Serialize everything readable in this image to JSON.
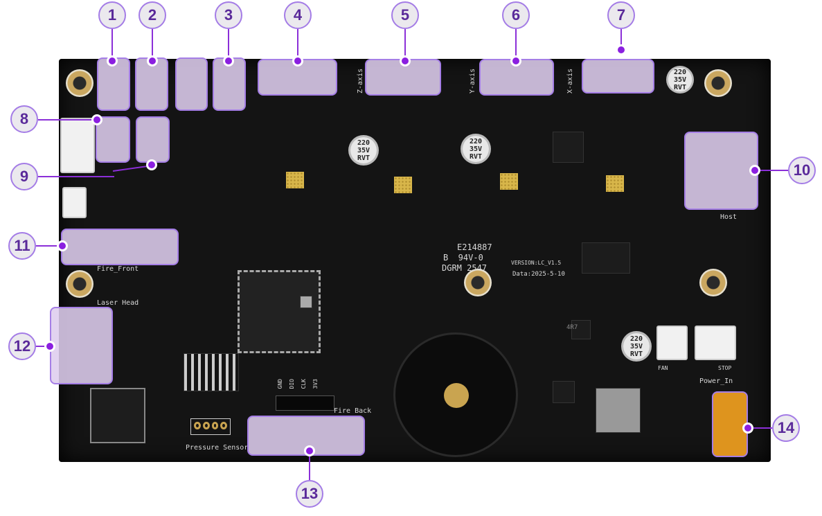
{
  "callouts": [
    "1",
    "2",
    "3",
    "4",
    "5",
    "6",
    "7",
    "8",
    "9",
    "10",
    "11",
    "12",
    "13",
    "14"
  ],
  "silkscreen": {
    "y_axis": "Y-axis",
    "x_axis": "X-axis",
    "z_axis": "Z-axis",
    "host": "Host",
    "fire_front": "Fire_Front",
    "laser_head": "Laser Head",
    "pressure_sensor": "Pressure Sensor",
    "fire_back": "Fire Back",
    "power_in": "Power_In",
    "stop": "STOP",
    "fan": "FAN",
    "ul_number": "E214887",
    "rating": "B  94V-0",
    "dgrm": "DGRM 2547",
    "version": "VERSION:LC_V1.5",
    "date": "Data:2025-5-10",
    "header_pins": [
      "GND",
      "DIO",
      "CLK",
      "3V3"
    ],
    "cap_label": "220\n35V\nRVT",
    "inductor": "4R7"
  },
  "colors": {
    "accent": "#8b1fe0",
    "callout_text": "#5a2a9a",
    "callout_border": "#a47ce6",
    "board": "#141414",
    "connector_highlight": "#decdee",
    "power_connector": "#f0a020"
  }
}
